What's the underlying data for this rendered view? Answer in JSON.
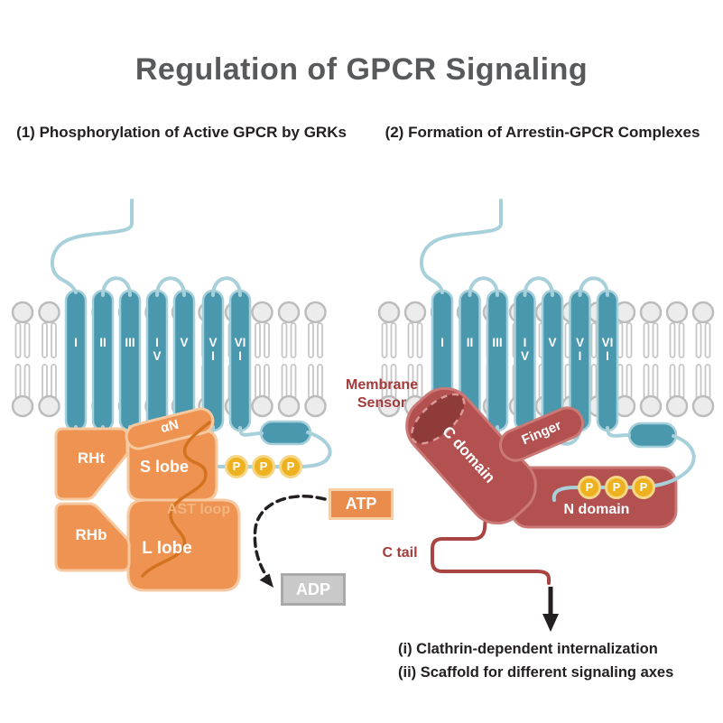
{
  "title": "Regulation of GPCR Signaling",
  "left_panel": {
    "subtitle": "(1) Phosphorylation of Active GPCR by GRKs",
    "helices": [
      "I",
      "II",
      "III",
      "I\nV",
      "V",
      "V\nI",
      "VI\nI"
    ],
    "grk": {
      "rht": "RHt",
      "rhb": "RHb",
      "alpha_n": "αN",
      "s_lobe": "S lobe",
      "ast_loop": "AST loop",
      "l_lobe": "L lobe"
    },
    "phosphates": [
      "P",
      "P",
      "P"
    ],
    "atp": "ATP",
    "adp": "ADP"
  },
  "right_panel": {
    "subtitle": "(2) Formation of Arrestin-GPCR Complexes",
    "helices": [
      "I",
      "II",
      "III",
      "I\nV",
      "V",
      "V\nI",
      "VI\nI"
    ],
    "arrestin": {
      "membrane_sensor": "Membrane\nSensor",
      "c_domain": "C domain",
      "finger": "Finger",
      "n_domain": "N domain",
      "c_tail": "C tail"
    },
    "phosphates": [
      "P",
      "P",
      "P"
    ],
    "outcomes": [
      "(i) Clathrin-dependent internalization",
      "(ii) Scaffold for different signaling axes"
    ]
  },
  "colors": {
    "title_gray": "#58595b",
    "text_black": "#242021",
    "helix_teal": "#4a98ad",
    "loop_blue": "#a8d0db",
    "lipid_gray": "#bcbcbc",
    "grk_orange": "#ee9351",
    "grk_orange_border": "#f6c9a1",
    "grk_squiggle": "#d4731f",
    "ast_text_orange": "#f3b57e",
    "phosphate_yellow": "#eeb11f",
    "atp_orange": "#ea8c4c",
    "adp_gray": "#c9c9c9",
    "arrestin_red": "#b25150",
    "arrestin_border": "#cb7977",
    "sensor_cap_red": "#8f3b39",
    "dark_red_text": "#a43b3b"
  }
}
